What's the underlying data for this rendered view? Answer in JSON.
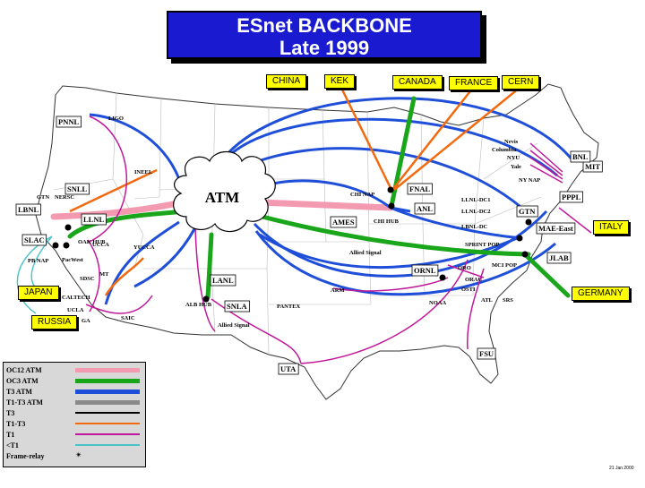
{
  "title": {
    "line1": "ESnet BACKBONE",
    "line2": "Late 1999"
  },
  "international": [
    {
      "id": "china",
      "label": "CHINA"
    },
    {
      "id": "kek",
      "label": "KEK"
    },
    {
      "id": "canada",
      "label": "CANADA"
    },
    {
      "id": "france",
      "label": "FRANCE"
    },
    {
      "id": "cern",
      "label": "CERN"
    },
    {
      "id": "italy",
      "label": "ITALY"
    },
    {
      "id": "japan",
      "label": "JAPAN"
    },
    {
      "id": "russia",
      "label": "RUSSIA"
    },
    {
      "id": "germany",
      "label": "GERMANY"
    }
  ],
  "core": {
    "label": "ATM"
  },
  "sites": {
    "pnnl": "PNNL",
    "ligo": "LIGO",
    "ineel": "INEEL",
    "snll": "SNLL",
    "lbnl": "LBNL",
    "gtn_w": "GTN",
    "nts": "NERSC",
    "llnl": "LLNL",
    "slac": "SLAC",
    "oak_hub": "OAK HUB",
    "pb_nap": "PB NAP",
    "pacwest": "PacWest",
    "ucca": "UCCA",
    "mt": "MT",
    "yucca": "YUCCA",
    "ga": "GA",
    "sdsc": "SDSC",
    "ucla": "UCLA",
    "saic": "SAIC",
    "calt": "CALTECH",
    "lanl": "LANL",
    "snla": "SNLA",
    "alb_hub": "ALB HUB",
    "allied_w": "Allied Signal",
    "pantex": "PANTEX",
    "arm": "ARM",
    "uta": "UTA",
    "fsu": "FSU",
    "ames": "AMES",
    "chi_hub": "CHI HUB",
    "chi_nap": "CHI NAP",
    "fnal": "FNAL",
    "anl": "ANL",
    "allied_e": "Allied Signal",
    "ornl": "ORNL",
    "oro": "ORO",
    "osti": "OSTI",
    "noaa": "NOAA",
    "ornl_dmz": "ORAU",
    "srs": "SRS",
    "atl": "ATL",
    "ny_nap": "NY NAP",
    "pppl": "PPPL",
    "mit": "MIT",
    "bnl": "BNL",
    "nevis": "Nevis",
    "columbia": "Columbia",
    "nyu": "NYU",
    "yale": "Yale",
    "llnl_dc1": "LLNL-DC1",
    "llnl_dc2": "LLNL-DC2",
    "lbnl_dc": "LBNL-DC",
    "gtn_e": "GTN",
    "mae_east": "MAE-East",
    "sprint_pop": "SPRINT POP",
    "mci_pop": "MCI POP",
    "jlab": "JLAB"
  },
  "legend": [
    {
      "label": "OC12 ATM",
      "color": "#f49ab0"
    },
    {
      "label": "OC3 ATM",
      "color": "#19a61a"
    },
    {
      "label": "T3 ATM",
      "color": "#1f4fd8"
    },
    {
      "label": "T1-T3 ATM",
      "color": "#8a8a8a"
    },
    {
      "label": "T3",
      "color": "#000000"
    },
    {
      "label": "T1-T3",
      "color": "#f26a10"
    },
    {
      "label": "T1",
      "color": "#c0189a"
    },
    {
      "label": "<T1",
      "color": "#49c2c8"
    },
    {
      "label": "Frame-relay",
      "color": "#000000",
      "icon": "frame-relay-icon"
    }
  ],
  "date_stamp": "21 Jan 2000"
}
